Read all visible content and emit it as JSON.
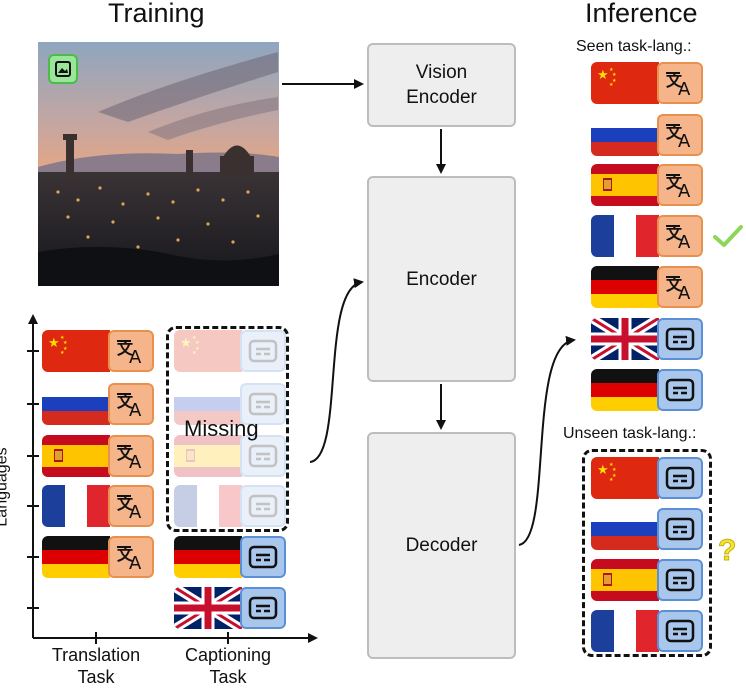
{
  "titles": {
    "training": "Training",
    "inference": "Inference"
  },
  "boxes": {
    "vision_encoder": "Vision\nEncoder",
    "encoder": "Encoder",
    "decoder": "Decoder"
  },
  "labels": {
    "missing": "Missing",
    "seen": "Seen task-lang.:",
    "unseen": "Unseen task-lang.:",
    "languages": "Languages",
    "translation_task": "Translation\nTask",
    "captioning_task": "Captioning\nTask"
  },
  "icons": {
    "translate": "translate-icon",
    "caption": "caption-icon",
    "image": "image-icon",
    "check": "check-icon",
    "question": "question-icon"
  },
  "colors": {
    "translation_tag": "#f5b489",
    "translation_border": "#e8914f",
    "caption_tag": "#a9c6ec",
    "caption_border": "#5b8fd6",
    "box_fill": "#eeeeee",
    "check": "#8ed65a",
    "question": "#f3e23a"
  },
  "training_translation": [
    "china",
    "russia",
    "spain",
    "france",
    "germany"
  ],
  "training_captioning_missing": [
    "china",
    "russia",
    "spain",
    "france"
  ],
  "training_captioning": [
    "germany",
    "uk"
  ],
  "inference_seen": [
    {
      "flag": "china",
      "task": "translation"
    },
    {
      "flag": "russia",
      "task": "translation"
    },
    {
      "flag": "spain",
      "task": "translation"
    },
    {
      "flag": "france",
      "task": "translation"
    },
    {
      "flag": "germany",
      "task": "translation"
    },
    {
      "flag": "uk",
      "task": "captioning"
    },
    {
      "flag": "germany",
      "task": "captioning"
    }
  ],
  "inference_unseen": [
    {
      "flag": "china",
      "task": "captioning"
    },
    {
      "flag": "russia",
      "task": "captioning"
    },
    {
      "flag": "spain",
      "task": "captioning"
    },
    {
      "flag": "france",
      "task": "captioning"
    }
  ]
}
